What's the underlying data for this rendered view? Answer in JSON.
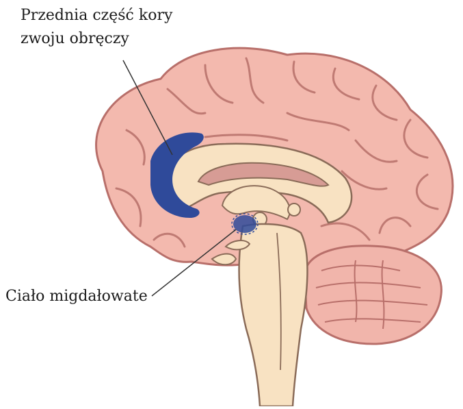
{
  "labels": {
    "anterior_cingulate_line1": "Przednia część kory",
    "anterior_cingulate_line2": "zwoju obręczy",
    "amygdala": "Ciało migdałowate"
  },
  "colors": {
    "cortex_fill": "#f3b9ae",
    "cortex_stroke": "#b86f6a",
    "sulcus": "#bf7a73",
    "white_matter": "#f8e2c2",
    "brainstem_outline": "#8a6b58",
    "ventricle": "#d79c95",
    "highlight_blue": "#2f4a9a",
    "cerebellum_fill": "#f1b5ab",
    "leader_line": "#333333"
  },
  "icons": [
    "brain-sagittal-illustration"
  ]
}
